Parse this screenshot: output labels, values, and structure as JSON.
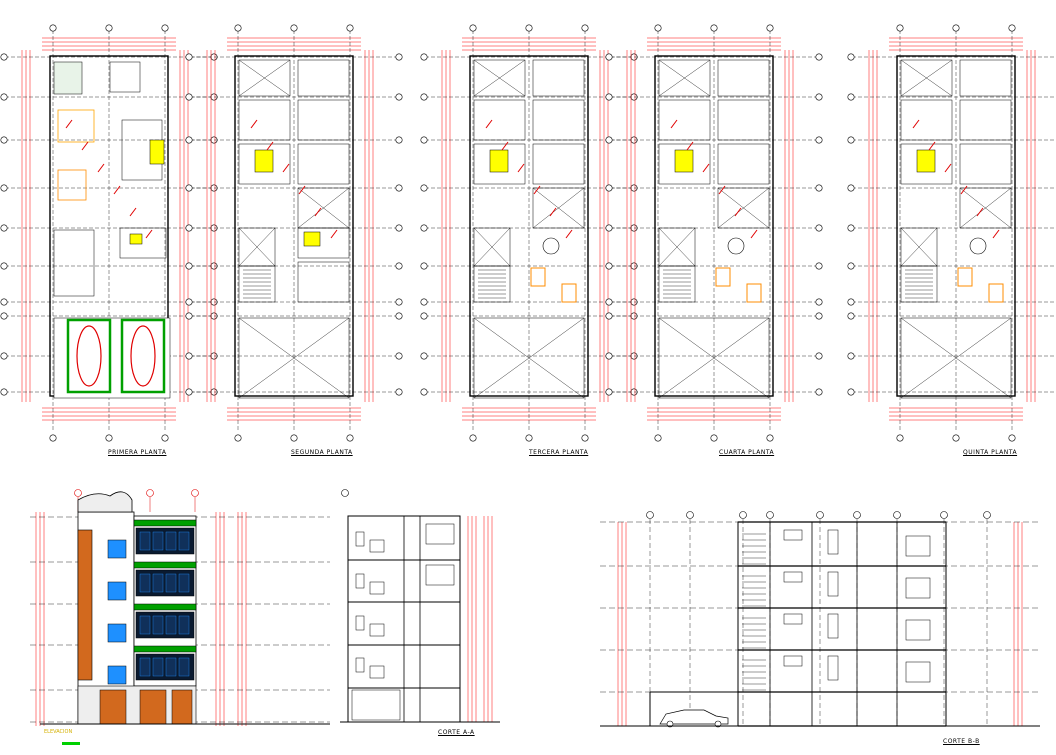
{
  "plans": [
    {
      "id": "p1",
      "label": "PRIMERA  PLANTA"
    },
    {
      "id": "p2",
      "label": "SEGUNDA  PLANTA"
    },
    {
      "id": "p3",
      "label": "TERCERA  PLANTA"
    },
    {
      "id": "p4",
      "label": "CUARTA  PLANTA"
    },
    {
      "id": "p5",
      "label": "QUINTA  PLANTA"
    }
  ],
  "sections": {
    "elevation_label": "ELEVACION",
    "corte_a": "CORTE  A-A",
    "corte_b": "CORTE  B-B"
  },
  "colors": {
    "line": "#000000",
    "dim": "#ff0000",
    "axis": "#000000",
    "highlight": "#ffff00",
    "furniture": "#ff8c00",
    "green": "#00a000",
    "glass": "#1e90ff",
    "facade_brown": "#d2691e"
  }
}
